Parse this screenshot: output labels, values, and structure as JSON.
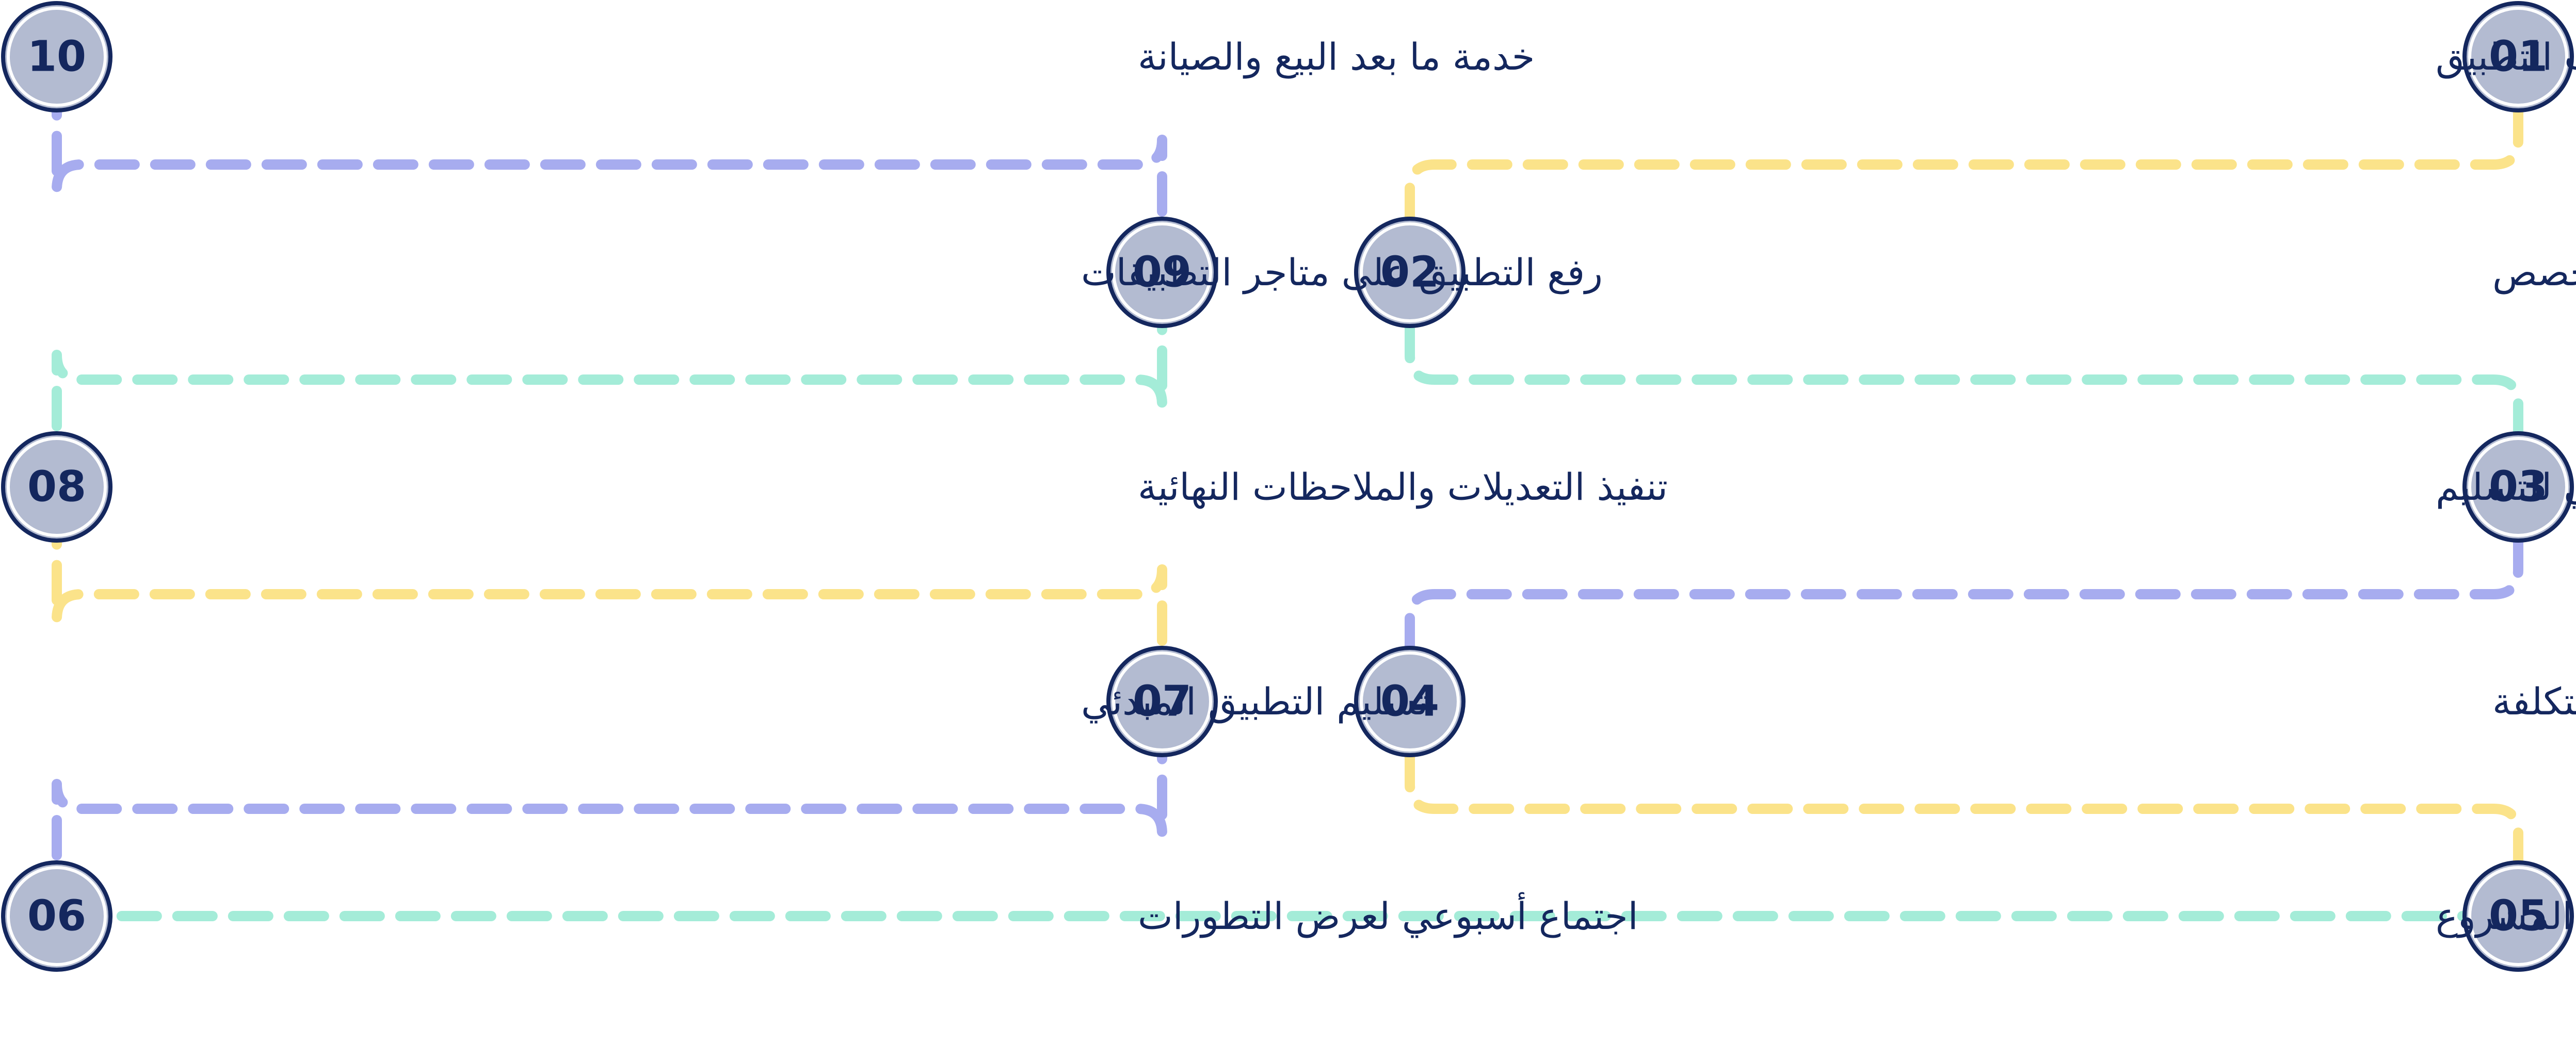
{
  "steps": [
    {
      "number": "01",
      "label": "اجتماع أولي لفهم متطلبات التطبيق"
    },
    {
      "number": "02",
      "label": "تخصيص مدير مشروع متخصص"
    },
    {
      "number": "03",
      "label": "وضع خطة واضحة مع جدول زمني للتسليم"
    },
    {
      "number": "04",
      "label": "الموافقة على خطة العمل والتكلفة"
    },
    {
      "number": "05",
      "label": "بدأ تنفيذ المشروع"
    },
    {
      "number": "06",
      "label": "اجتماع أسبوعي لعرض التطورات"
    },
    {
      "number": "07",
      "label": "تسليم التطبيق المبدئي"
    },
    {
      "number": "08",
      "label": "تنفيذ التعديلات والملاحظات النهائية"
    },
    {
      "number": "09",
      "label": "رفع التطبيق على متاجر التطبيقات"
    },
    {
      "number": "10",
      "label": "خدمة ما بعد البيع والصيانة"
    }
  ],
  "colors": {
    "badge_fill": "#b3bbd1",
    "badge_stroke": "#14275e",
    "badge_text": "#14275e",
    "label_text": "#14275e",
    "connector_yellow": "#fbe38a",
    "connector_teal": "#a4ecd8",
    "connector_lavender": "#a7acef"
  },
  "connectors": [
    {
      "from": "01",
      "to": "02",
      "color": "connector_yellow"
    },
    {
      "from": "02",
      "to": "03",
      "color": "connector_teal"
    },
    {
      "from": "03",
      "to": "04",
      "color": "connector_lavender"
    },
    {
      "from": "04",
      "to": "05",
      "color": "connector_yellow"
    },
    {
      "from": "05",
      "to": "06",
      "color": "connector_teal"
    },
    {
      "from": "06",
      "to": "07",
      "color": "connector_lavender"
    },
    {
      "from": "07",
      "to": "08",
      "color": "connector_yellow"
    },
    {
      "from": "08",
      "to": "09",
      "color": "connector_teal"
    },
    {
      "from": "09",
      "to": "10",
      "color": "connector_lavender"
    }
  ]
}
